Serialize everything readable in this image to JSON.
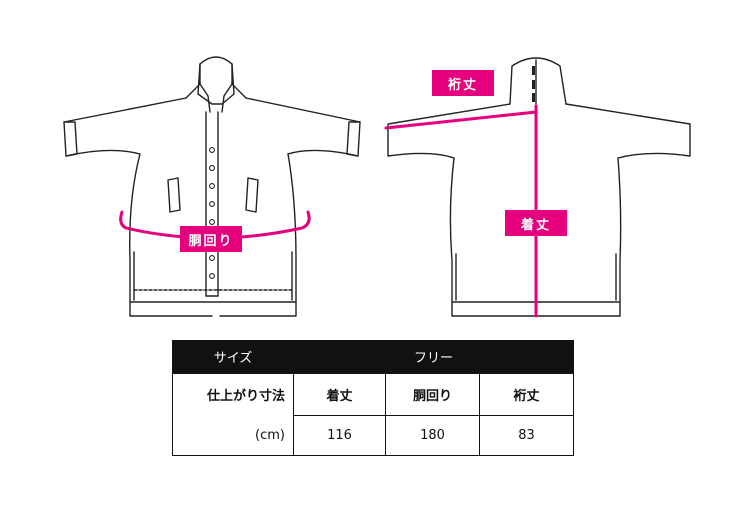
{
  "labels": {
    "waist": "胴回り",
    "sleeve": "裄丈",
    "length": "着丈"
  },
  "table": {
    "size_label": "サイズ",
    "size_value": "フリー",
    "row_label_line1": "仕上がり寸法",
    "row_label_line2": "(cm)",
    "columns": [
      "着丈",
      "胴回り",
      "裄丈"
    ],
    "values": [
      "116",
      "180",
      "83"
    ]
  },
  "colors": {
    "accent": "#e6007e",
    "line": "#222222",
    "header_bg": "#111111"
  }
}
